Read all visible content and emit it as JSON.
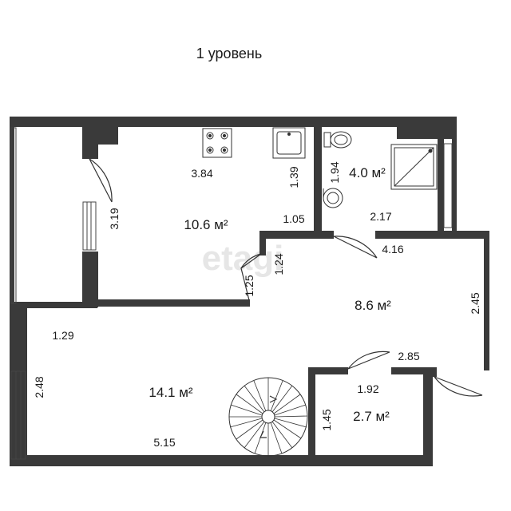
{
  "plan": {
    "title": "1 уровень",
    "watermark": "etagi",
    "colors": {
      "wall": "#3a3a3a",
      "line": "#333333",
      "background": "#ffffff",
      "watermark": "#e6e6e6"
    },
    "rooms": [
      {
        "id": "kitchen",
        "area": "10.6 м²"
      },
      {
        "id": "bathroom",
        "area": "4.0 м²"
      },
      {
        "id": "hall",
        "area": "8.6 м²"
      },
      {
        "id": "living",
        "area": "14.1 м²"
      },
      {
        "id": "storage",
        "area": "2.7 м²"
      }
    ],
    "dimensions": {
      "d384": "3.84",
      "d139": "1.39",
      "d194": "1.94",
      "d319": "3.19",
      "d105": "1.05",
      "d124": "1.24",
      "d125": "1.25",
      "d217": "2.17",
      "d416": "4.16",
      "d245": "2.45",
      "d129": "1.29",
      "d285": "2.85",
      "d248": "2.48",
      "d192": "1.92",
      "d145": "1.45",
      "d515": "5.15"
    },
    "fixtures": [
      "stove-icon",
      "sink-icon",
      "toilet-icon",
      "washbasin-icon",
      "shower-icon",
      "spiral-staircase-icon"
    ]
  }
}
